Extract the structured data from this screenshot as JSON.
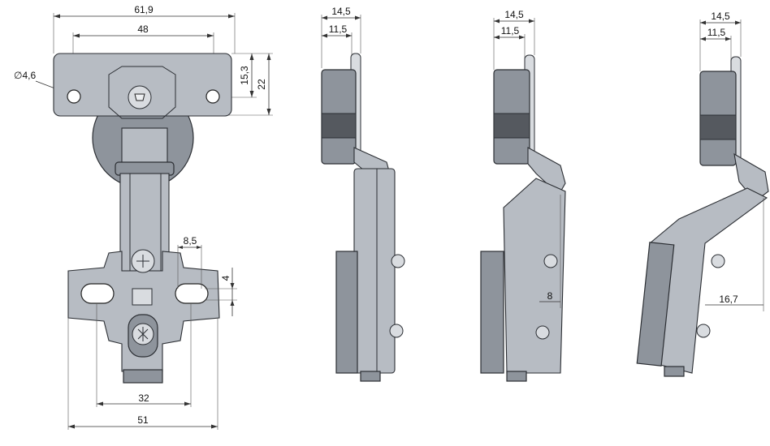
{
  "dimensions": {
    "front": {
      "d_61_9": "61,9",
      "d_48": "48",
      "d_15_3": "15,3",
      "d_22": "22",
      "d_hole": "∅4,6",
      "d_8_5": "8,5",
      "d_4": "4",
      "d_32": "32",
      "d_51": "51"
    },
    "side1": {
      "top": "14,5",
      "inner": "11,5"
    },
    "side2": {
      "top": "14,5",
      "inner": "11,5",
      "offset": "8"
    },
    "side3": {
      "top": "14,5",
      "inner": "11,5",
      "offset": "16,7"
    }
  },
  "colors": {
    "metal_dark": "#8e949c",
    "metal_mid": "#b7bcc3",
    "metal_light": "#d9dce0",
    "outline": "#2b2e33"
  }
}
